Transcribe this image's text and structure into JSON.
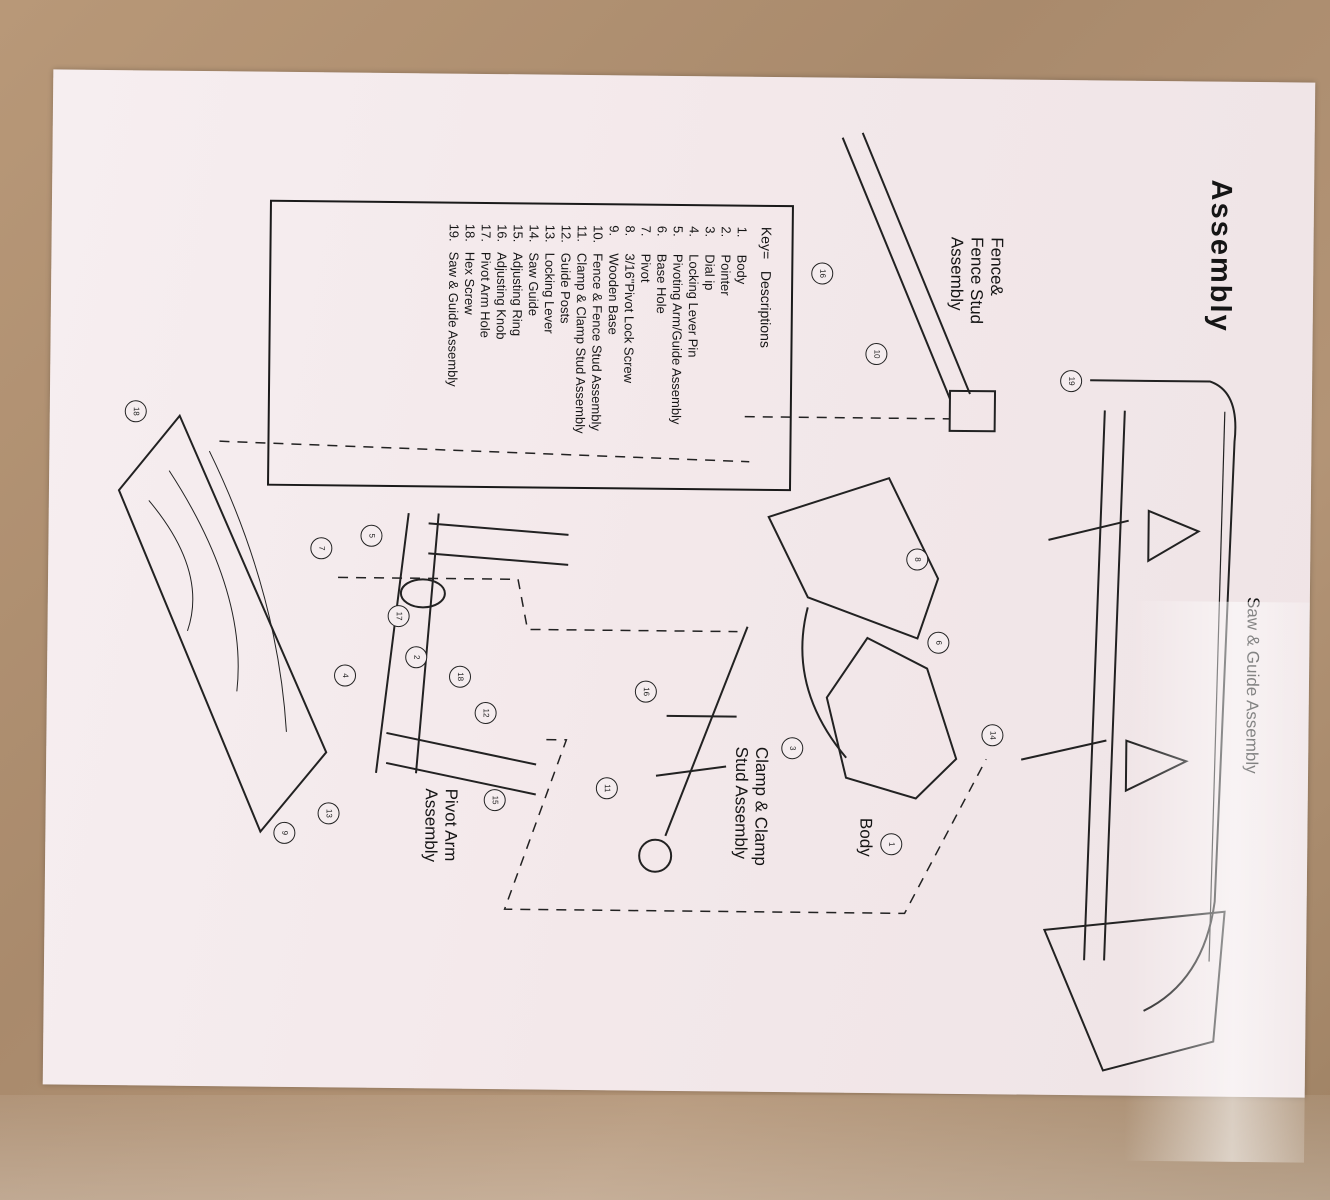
{
  "title": "Assembly",
  "labels": {
    "fence": [
      "Fence&",
      "Fence Stud",
      "Assembly"
    ],
    "saw_guide": "Saw & Guide Assembly",
    "clamp": [
      "Clamp & Clamp",
      "Stud Assembly"
    ],
    "body": "Body",
    "pivot_arm": [
      "Pivot Arm",
      "Assembly"
    ]
  },
  "key": {
    "header_key": "Key",
    "header_desc": "Descriptions",
    "items": [
      {
        "num": "1.",
        "desc": "Body"
      },
      {
        "num": "2.",
        "desc": "Pointer"
      },
      {
        "num": "3.",
        "desc": "Dial ip"
      },
      {
        "num": "4.",
        "desc": "Locking Lever Pin"
      },
      {
        "num": "5.",
        "desc": "Pivoting Arm/Guide Assembly"
      },
      {
        "num": "6.",
        "desc": "Base Hole"
      },
      {
        "num": "7.",
        "desc": "Pivot"
      },
      {
        "num": "8.",
        "desc": "3/16\"Pivot Lock Screw"
      },
      {
        "num": "9.",
        "desc": "Wooden Base"
      },
      {
        "num": "10.",
        "desc": "Fence & Fence Stud Assembly"
      },
      {
        "num": "11.",
        "desc": "Clamp & Clamp Stud Assembly"
      },
      {
        "num": "12.",
        "desc": "Guide Posts"
      },
      {
        "num": "13.",
        "desc": "Locking Lever"
      },
      {
        "num": "14.",
        "desc": "Saw Guide"
      },
      {
        "num": "15.",
        "desc": "Adjusting Ring"
      },
      {
        "num": "16.",
        "desc": "Adjusting Knob"
      },
      {
        "num": "17.",
        "desc": "Pivot Arm Hole"
      },
      {
        "num": "18.",
        "desc": "Hex Screw"
      },
      {
        "num": "19.",
        "desc": "Saw & Guide Assembly"
      }
    ]
  },
  "callouts": [
    "19",
    "14",
    "10",
    "16",
    "8",
    "6",
    "3",
    "1",
    "16",
    "11",
    "12",
    "15",
    "18",
    "2",
    "17",
    "5",
    "4",
    "13",
    "9",
    "7",
    "18"
  ]
}
